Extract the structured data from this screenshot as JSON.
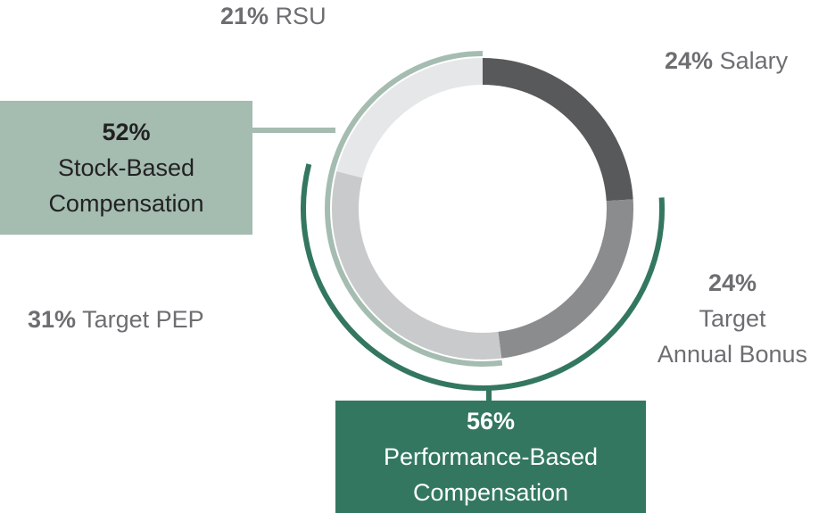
{
  "colors": {
    "salary": "#58595b",
    "bonus": "#8b8c8e",
    "pep": "#c9cacc",
    "rsu": "#e6e7e8",
    "stock_band": "#a5bcb1",
    "performance_band": "#337761"
  },
  "chart_data": {
    "type": "pie",
    "variant": "donut",
    "title": "",
    "series": [
      {
        "values": [
          24,
          24,
          31,
          21
        ],
        "categories": [
          "Salary",
          "Target Annual Bonus",
          "Target PEP",
          "RSU"
        ]
      }
    ],
    "groups": [
      {
        "value": 52,
        "label": "Stock-Based Compensation",
        "members": [
          "Target PEP",
          "RSU"
        ]
      },
      {
        "value": 56,
        "label": "Performance-Based Compensation",
        "members": [
          "Target Annual Bonus",
          "Target PEP"
        ]
      }
    ]
  },
  "labels": {
    "rsu": {
      "pct": "21%",
      "name": "RSU"
    },
    "salary": {
      "pct": "24%",
      "name": "Salary"
    },
    "bonus": {
      "pct": "24%",
      "line1": "Target",
      "line2": "Annual Bonus"
    },
    "pep": {
      "pct": "31%",
      "name": "Target PEP"
    },
    "stock": {
      "pct": "52%",
      "line1": "Stock-Based",
      "line2": "Compensation"
    },
    "performance": {
      "pct": "56%",
      "line1": "Performance-Based",
      "line2": "Compensation"
    }
  }
}
